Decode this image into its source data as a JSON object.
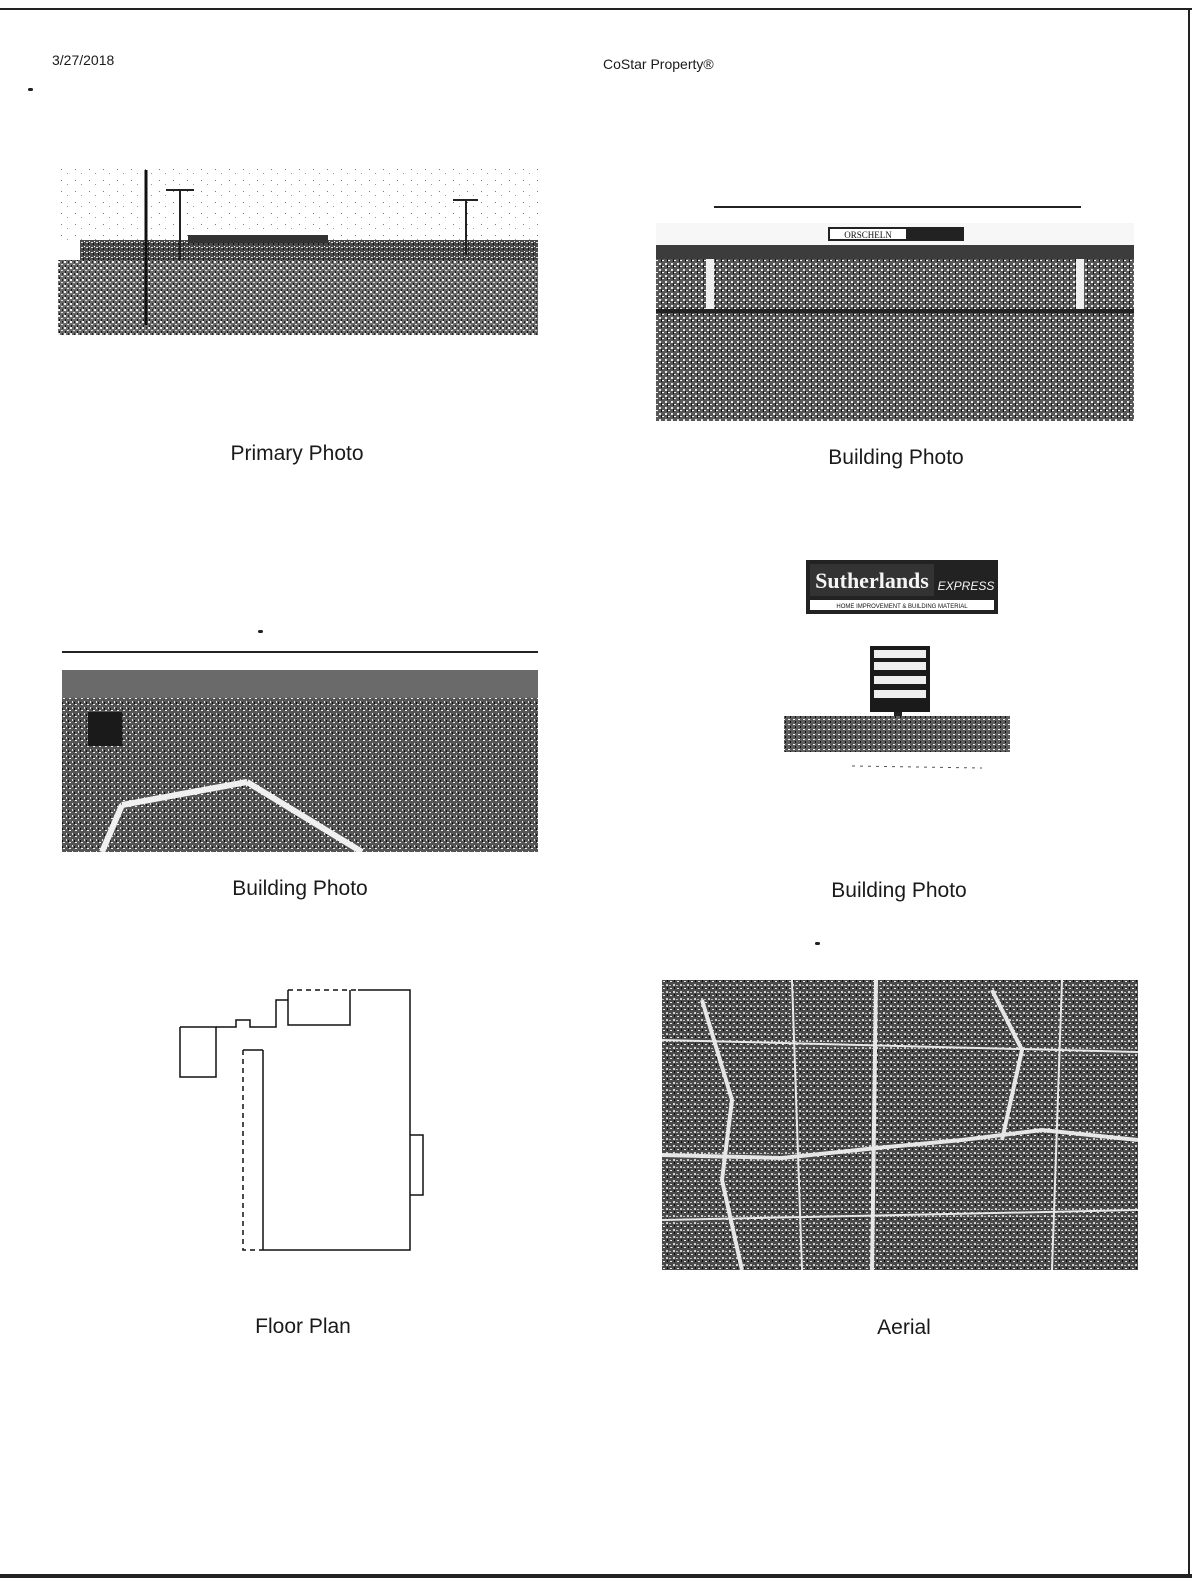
{
  "header": {
    "date": "3/27/2018",
    "source": "CoStar Property®"
  },
  "photos": [
    {
      "caption": "Primary Photo"
    },
    {
      "caption": "Building Photo"
    },
    {
      "caption": "Building Photo"
    },
    {
      "caption": "Building Photo"
    },
    {
      "caption": "Floor Plan"
    },
    {
      "caption": "Aerial"
    }
  ],
  "signage": {
    "store_sign": "ORSCHELN",
    "brand": "Sutherlands",
    "brand_suffix": "EXPRESS",
    "brand_tagline": "HOME IMPROVEMENT & BUILDING MATERIAL"
  }
}
